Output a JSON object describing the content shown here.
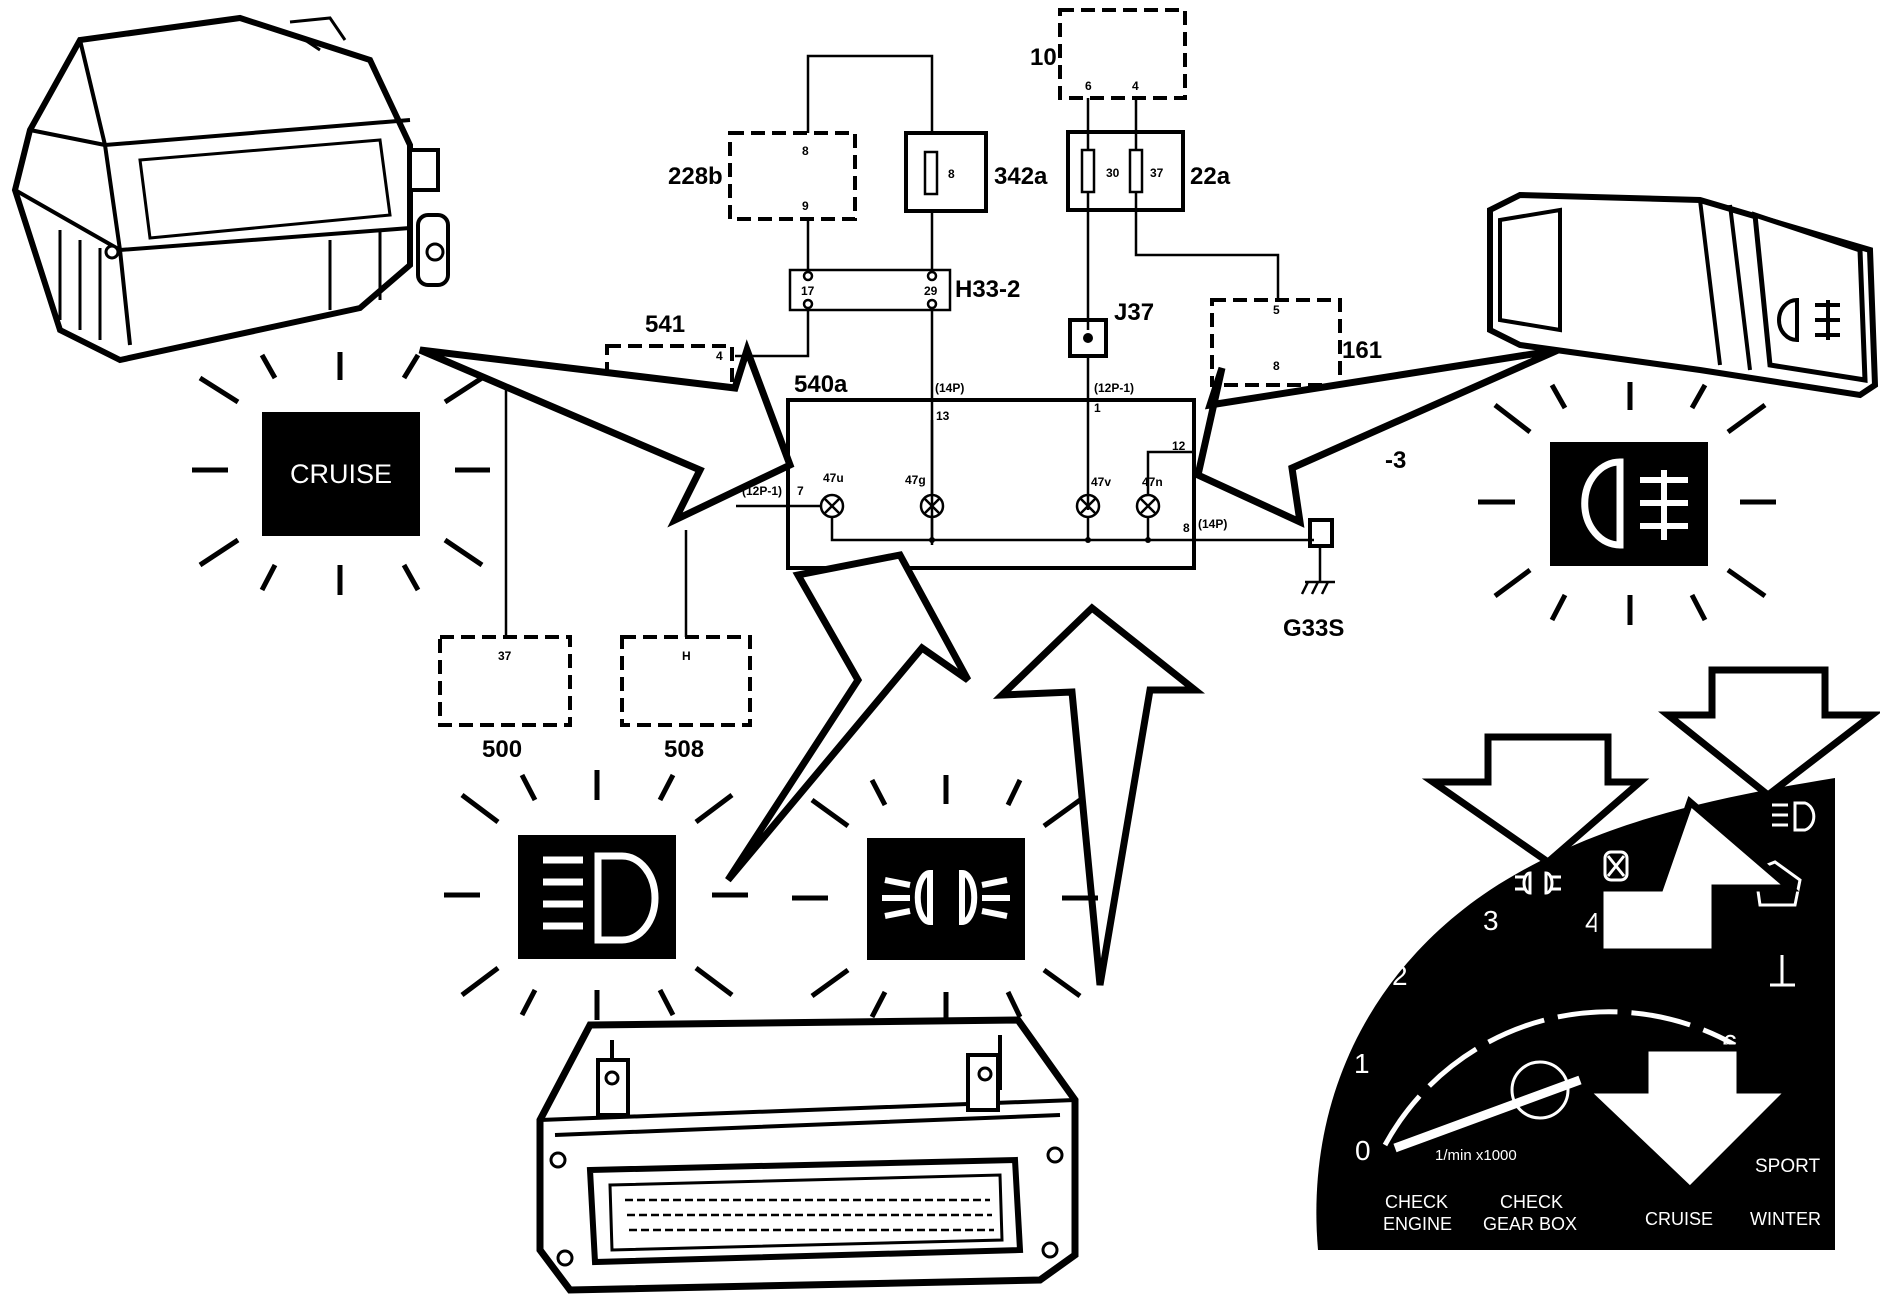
{
  "components": {
    "c10": "10",
    "c228b": "228b",
    "c342a": "342a",
    "c22a": "22a",
    "c541": "541",
    "c540a": "540a",
    "c161": "161",
    "c500": "500",
    "c508": "508",
    "h33": "H33-2",
    "j37": "J37",
    "g33s": "G33S",
    "partial3": "-3"
  },
  "pins": {
    "p10_6": "6",
    "p10_4": "4",
    "p228_8": "8",
    "p228_9": "9",
    "p342_8": "8",
    "p22_30": "30",
    "p22_37": "37",
    "h17": "17",
    "h29": "29",
    "p541_4": "4",
    "p161_5": "5",
    "p161_8": "8",
    "p500_37": "37",
    "p508_h": "H",
    "c14p_top": "(14P)",
    "c12p1_top": "(12P-1)",
    "pin13": "13",
    "pin1": "1",
    "pin12": "12",
    "c12p1_left": "(12P-1)",
    "pin7": "7",
    "pin8": "8",
    "c14p_right": "(14P)",
    "l47u": "47u",
    "l47g": "47g",
    "l47v": "47v",
    "l47n": "47n"
  },
  "indicators": {
    "cruise": "CRUISE"
  },
  "cluster": {
    "ticks": [
      "0",
      "1",
      "2",
      "3",
      "4",
      "6"
    ],
    "unit": "1/min x1000",
    "sport": "SPORT",
    "check_engine": [
      "CHECK",
      "ENGINE"
    ],
    "check_gearbox": [
      "CHECK",
      "GEAR BOX"
    ],
    "cruise": "CRUISE",
    "winter": "WINTER"
  }
}
